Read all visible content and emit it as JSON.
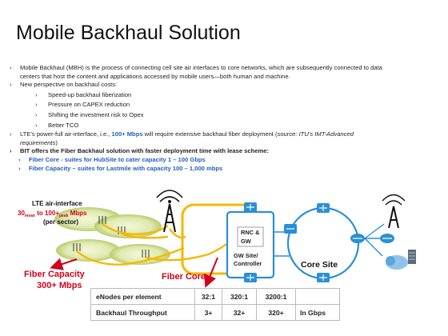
{
  "slide": {
    "title": "Mobile Backhaul Solution",
    "bullets": {
      "b1": "Mobile Backhaul (MBH) is the process of connecting cell site air interfaces to core networks, which are subsequently connected to data",
      "b1_cont": "centers that host the content and applications accessed by mobile users—both human and machine.",
      "b2": "New perspective on backhaul costs:",
      "sub": [
        "Speed-up backhaul fiberization",
        "Pressure on CAPEX reduction",
        "Shifting the investment risk to Opex",
        "Better TCO"
      ],
      "b3_pre": "LTE’s power-full air-interface, i.e., ",
      "b3_hl": "100+ Mbps",
      "b3_post": " will require extensive backhaul fiber deployment (",
      "b3_src_label": "source: ITU’s IMT-Advanced",
      "b3_src_cont": "requirements",
      "b3_end": ")",
      "b4": "BIT offers the Fiber Backhaul solution with faster deployment time with lease scheme:",
      "b4_sub1": "Fiber Core - suites for HubSite to cater capacity  1 – 100 Gbps",
      "b4_sub2": "Fiber Capacity – suites for Lastmile with capacity  100 – 1,000 mbps",
      "marker": "›",
      "sub_marker": "›"
    },
    "diagram": {
      "lte_label": "LTE air-interface",
      "rate_a": "30",
      "rate_a_sub": "mean",
      "rate_mid": " to 100+",
      "rate_b_sub": "peak",
      "rate_unit": " Mbps",
      "per_sector": "(per sector)",
      "fiber_capacity": "Fiber Capacity",
      "fiber_capacity_val": "300+ Mbps",
      "fiber_core": "Fiber Core",
      "rnc1": "RNC &",
      "rnc2": "GW",
      "gw1": "GW Site/",
      "gw2": "Controller",
      "core_site": "Core Site"
    },
    "table": {
      "rows": [
        {
          "label": "eNodes per element",
          "cells": [
            "32:1",
            "320:1",
            "3200:1",
            ""
          ]
        },
        {
          "label": "Backhaul Throughput",
          "cells": [
            "3+",
            "32+",
            "320+",
            "In Gbps"
          ]
        }
      ]
    },
    "colors": {
      "accent_blue": "#1f5fbf",
      "red": "#d0021b",
      "fiber_yellow": "#f5b800",
      "ring_blue": "#2a8fd6"
    }
  }
}
